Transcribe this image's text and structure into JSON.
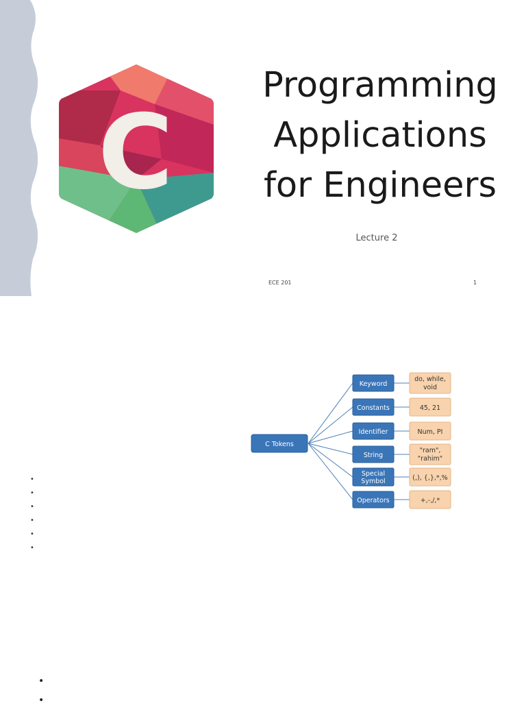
{
  "slide1": {
    "title_lines": [
      "Programming",
      "Applications",
      "for Engineers"
    ],
    "subtitle": "Lecture 2",
    "footer_left": "ECE 201",
    "page_number": "1",
    "logo": {
      "letter": "C"
    },
    "colors": {
      "wave": "#c6cdd9",
      "logo_pink": "#d8345f",
      "logo_green": "#5cb874",
      "logo_teal": "#3e9a8f"
    }
  },
  "slide2": {
    "diagram": {
      "root": "C Tokens",
      "nodes": [
        {
          "label": "Keyword",
          "value_lines": [
            "do, while,",
            "void"
          ]
        },
        {
          "label": "Constants",
          "value_lines": [
            "45, 21"
          ]
        },
        {
          "label": "Identifier",
          "value_lines": [
            "Num, PI"
          ]
        },
        {
          "label": "String",
          "value_lines": [
            "\"ram\",",
            "\"rahim\""
          ]
        },
        {
          "label_lines": [
            "Special",
            "Symbol"
          ],
          "value_lines": [
            "(,), {,},*,%"
          ]
        },
        {
          "label": "Operators",
          "value_lines": [
            "+,-,/,*"
          ]
        }
      ],
      "colors": {
        "node": "#3a75b8",
        "value_box": "#f8d3ad"
      }
    },
    "bullets": [
      "•",
      "•",
      "•",
      "•",
      "•",
      "•"
    ],
    "bullets2": [
      "•",
      "•"
    ]
  }
}
